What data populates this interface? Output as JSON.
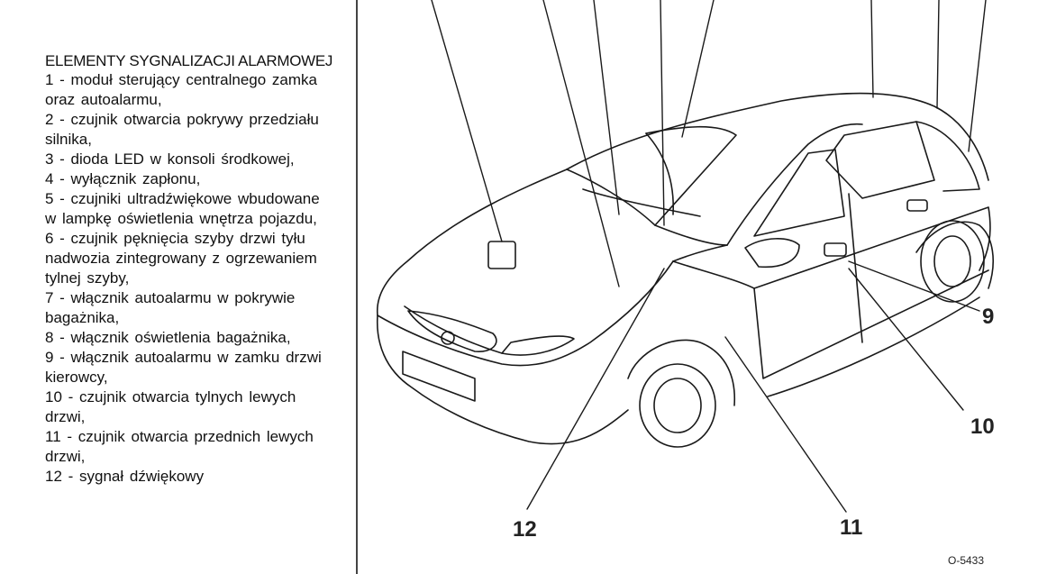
{
  "legend": {
    "title": "ELEMENTY SYGNALIZACJI ALARMOWEJ",
    "items": [
      "1 - moduł sterujący centralnego zamka oraz autoalarmu,",
      "2 - czujnik otwarcia pokrywy przedziału silnika,",
      "3 - dioda LED w konsoli środkowej,",
      "4 - wyłącznik zapłonu,",
      "5 - czujniki ultradźwiękowe wbudowane w lampkę oświetlenia wnętrza pojazdu,",
      "6 - czujnik pęknięcia szyby drzwi tyłu nadwozia zintegrowany z ogrzewaniem tylnej szyby,",
      "7 - włącznik autoalarmu w pokrywie bagażnika,",
      "8 - włącznik oświetlenia bagażnika,",
      "9 - włącznik autoalarmu w zamku drzwi kierowcy,",
      "10 - czujnik otwarcia tylnych lewych drzwi,",
      "11 - czujnik otwarcia przednich lewych drzwi,",
      "12 - sygnał dźwiękowy"
    ]
  },
  "figure": {
    "callouts": {
      "c9": "9",
      "c10": "10",
      "c11": "11",
      "c12": "12"
    },
    "code": "O-5433"
  }
}
